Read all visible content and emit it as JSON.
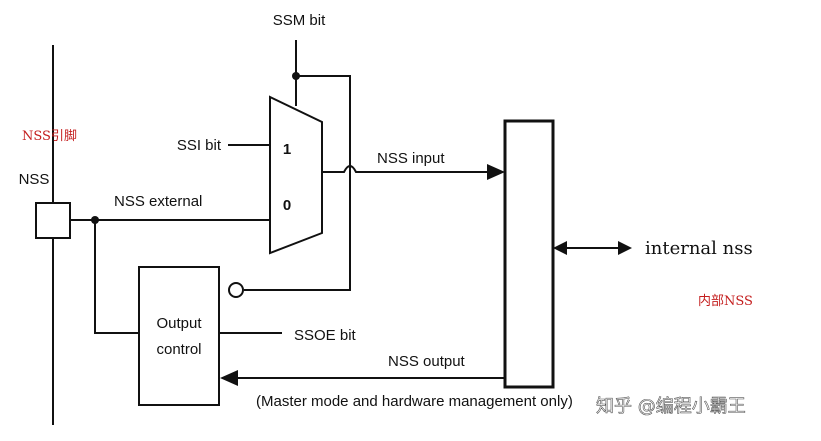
{
  "labels": {
    "ssm_bit": "SSM bit",
    "nss_pin_cn": "NSS引脚",
    "nss": "NSS",
    "ssi_bit": "SSI bit",
    "mux_1": "1",
    "mux_0": "0",
    "nss_input": "NSS input",
    "nss_external": "NSS external",
    "internal_nss": "internal nss",
    "internal_nss_cn": "内部NSS",
    "output_control_line1": "Output",
    "output_control_line2": "control",
    "ssoe_bit": "SSOE bit",
    "nss_output": "NSS output",
    "master_mode_note": "(Master mode and  hardware management only)"
  },
  "watermark": {
    "text": "知乎 @编程小霸王"
  },
  "colors": {
    "line": "#111111",
    "red_text": "#c41e1e",
    "background": "#ffffff"
  }
}
